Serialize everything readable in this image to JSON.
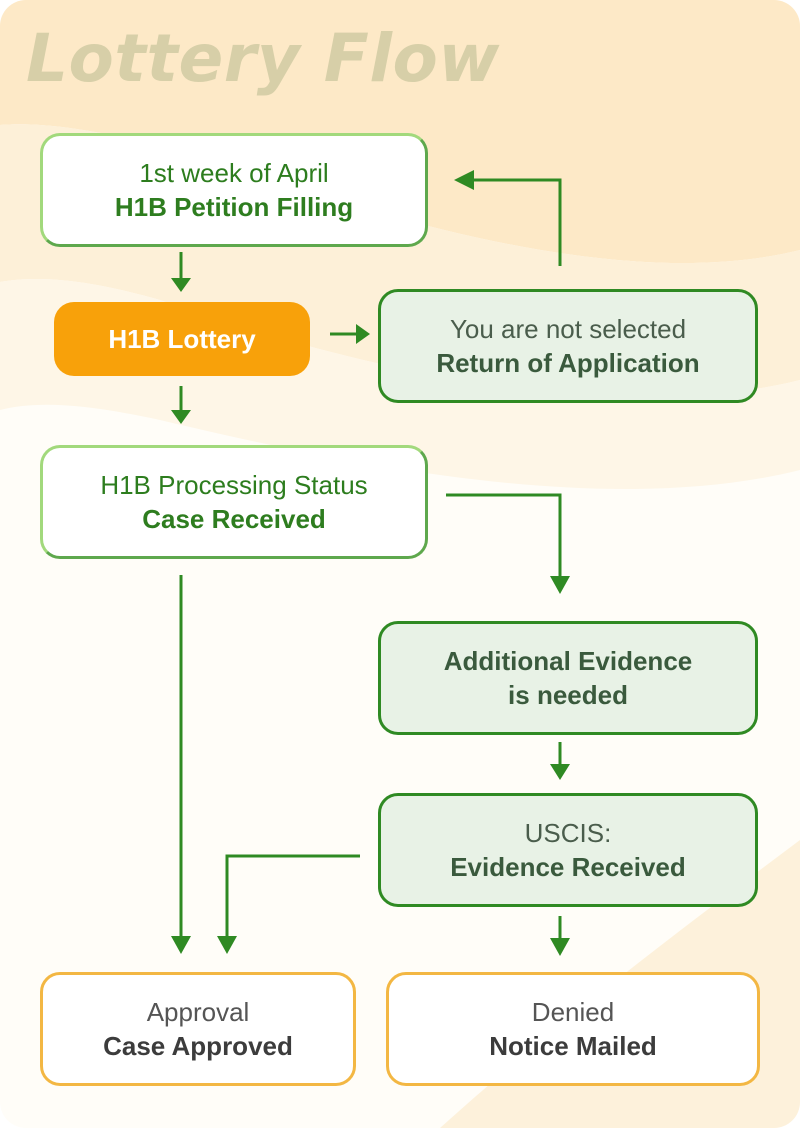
{
  "title": "Lottery Flow",
  "colors": {
    "green_dark": "#2f8a23",
    "green_light": "#a2d97c",
    "lottery_orange": "#f8a10a",
    "outcome_border": "#f3b743",
    "title": "#d7cfa8"
  },
  "nodes": {
    "filing": {
      "line1": "1st week of April",
      "line2": "H1B Petition Filling"
    },
    "lottery": {
      "line1": "H1B Lottery"
    },
    "not_selected": {
      "line1": "You are not selected",
      "line2": "Return of Application"
    },
    "processing": {
      "line1": "H1B Processing Status",
      "line2": "Case Received"
    },
    "evidence_needed": {
      "line1": "Additional Evidence",
      "line2": "is needed"
    },
    "evidence_received": {
      "line1": "USCIS:",
      "line2": "Evidence Received"
    },
    "approved": {
      "line1": "Approval",
      "line2": "Case Approved"
    },
    "denied": {
      "line1": "Denied",
      "line2": "Notice Mailed"
    }
  }
}
